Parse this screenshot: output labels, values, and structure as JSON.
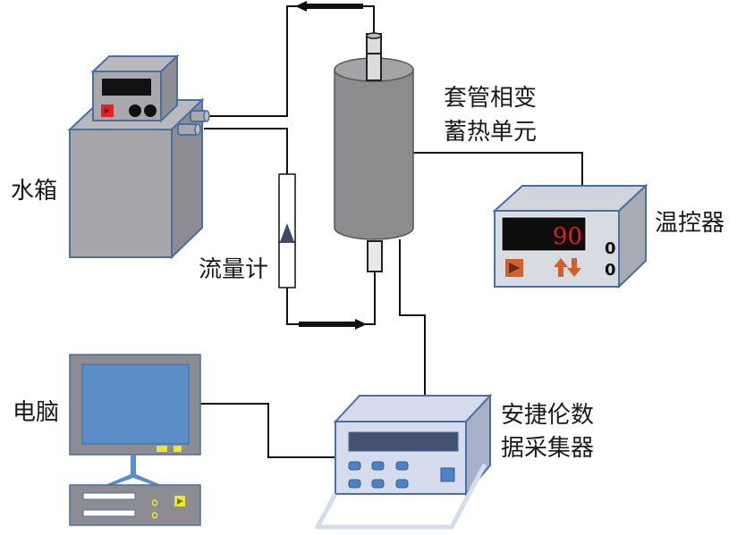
{
  "diagram": {
    "title": "",
    "labels": {
      "water_tank": "水箱",
      "flowmeter": "流量计",
      "heat_storage_unit_line1": "套管相变",
      "heat_storage_unit_line2": "蓄热单元",
      "temp_controller": "温控器",
      "computer": "电脑",
      "data_logger_line1": "安捷伦数",
      "data_logger_line2": "据采集器"
    },
    "temp_controller": {
      "display_value": "90",
      "indicator_1": "0",
      "indicator_2": "0"
    },
    "colors": {
      "device_outline": "#4a6fa0",
      "tank_body": "#a7a6aa",
      "tank_side": "#8d8c92",
      "cylinder": "#8c8c8f",
      "controller_face": "#d9dbe3",
      "logger_face": "#d4dcee",
      "monitor_screen": "#5b8ec9",
      "display_bg": "#0d0d0d",
      "digit_red": "#e02020",
      "accent_orange": "#d2602a",
      "accent_yellow": "#e8e832",
      "pipe": "#111111"
    },
    "nodes": [
      {
        "id": "water_tank",
        "label": "水箱"
      },
      {
        "id": "flowmeter",
        "label": "流量计"
      },
      {
        "id": "heat_storage_unit",
        "label": "套管相变蓄热单元"
      },
      {
        "id": "temp_controller",
        "label": "温控器"
      },
      {
        "id": "data_logger",
        "label": "安捷伦数据采集器"
      },
      {
        "id": "computer",
        "label": "电脑"
      }
    ],
    "edges": [
      {
        "from": "water_tank",
        "to": "flowmeter",
        "kind": "pipe"
      },
      {
        "from": "flowmeter",
        "to": "heat_storage_unit",
        "kind": "pipe",
        "arrow": "right"
      },
      {
        "from": "heat_storage_unit",
        "to": "water_tank",
        "kind": "pipe",
        "arrow": "left"
      },
      {
        "from": "heat_storage_unit",
        "to": "temp_controller",
        "kind": "wire"
      },
      {
        "from": "heat_storage_unit",
        "to": "data_logger",
        "kind": "wire"
      },
      {
        "from": "data_logger",
        "to": "computer",
        "kind": "wire"
      }
    ]
  }
}
